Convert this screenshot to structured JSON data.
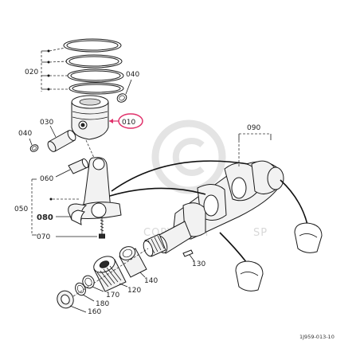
{
  "diagram": {
    "labels": {
      "piston_rings": "020",
      "piston_pin_clip_right": "040",
      "piston": "010",
      "piston_pin": "030",
      "piston_pin_clip_left": "040",
      "crankshaft": "090",
      "small_end_bushing": "060",
      "connecting_rod_assembly": "050",
      "crankpin_bearing": "080",
      "rod_bolt": "070",
      "feather_key": "130",
      "gear": "140",
      "collar": "120",
      "o_ring": "170",
      "seal_ring": "180",
      "oil_slinger": "160"
    },
    "watermark": "COPYRIGHT",
    "watermark_suffix": "SP",
    "reference_code": "1J959-013-10",
    "highlight_color": "#e0306a"
  }
}
